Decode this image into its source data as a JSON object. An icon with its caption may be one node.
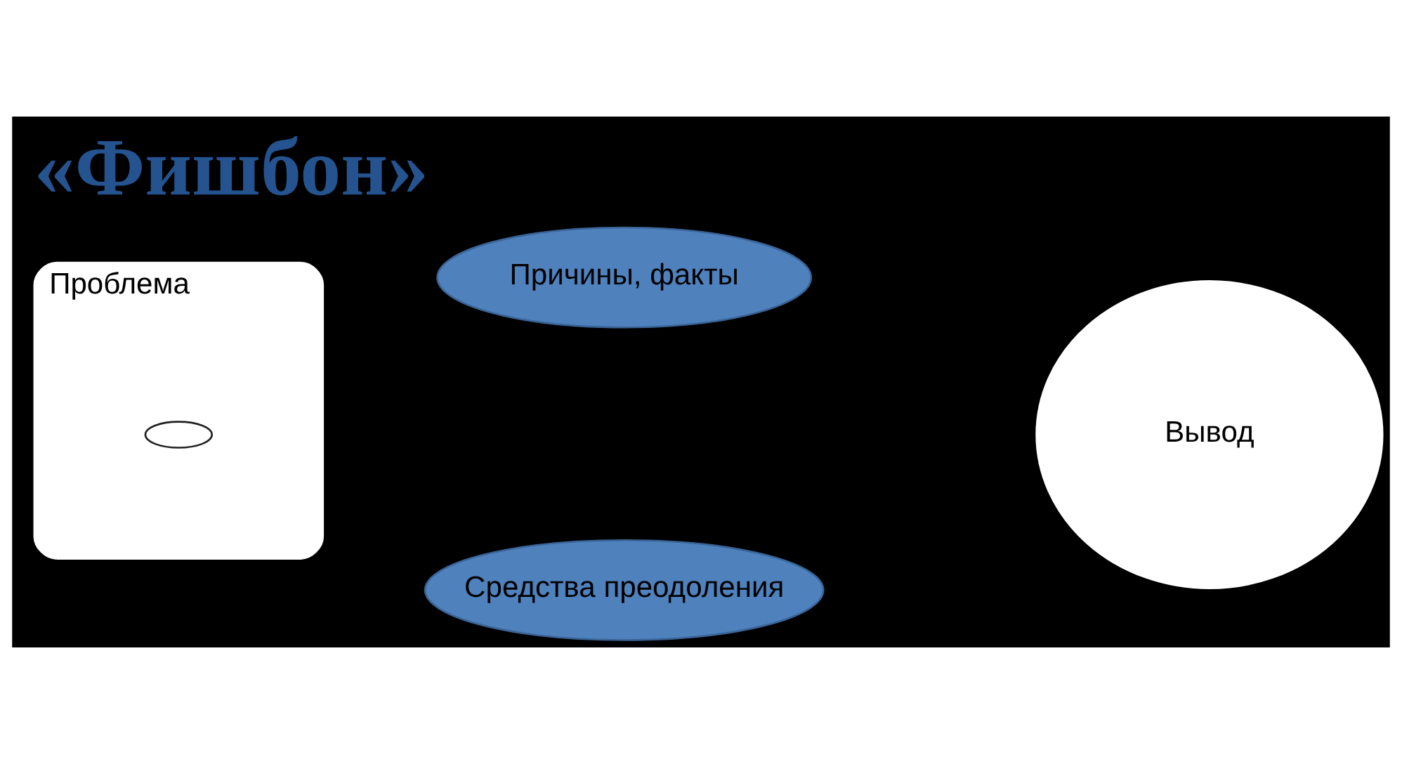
{
  "diagram": {
    "title": "«Фишбон»",
    "nodes": [
      {
        "text": [
          "Причины, факты"
        ]
      },
      {
        "text": [
          "Проблема"
        ]
      },
      {
        "text": [],
        "shape": "ellipse",
        "in": 1
      },
      {
        "text": [
          "Вывод"
        ]
      },
      {
        "text": [
          "Средства преодоления"
        ]
      }
    ]
  }
}
